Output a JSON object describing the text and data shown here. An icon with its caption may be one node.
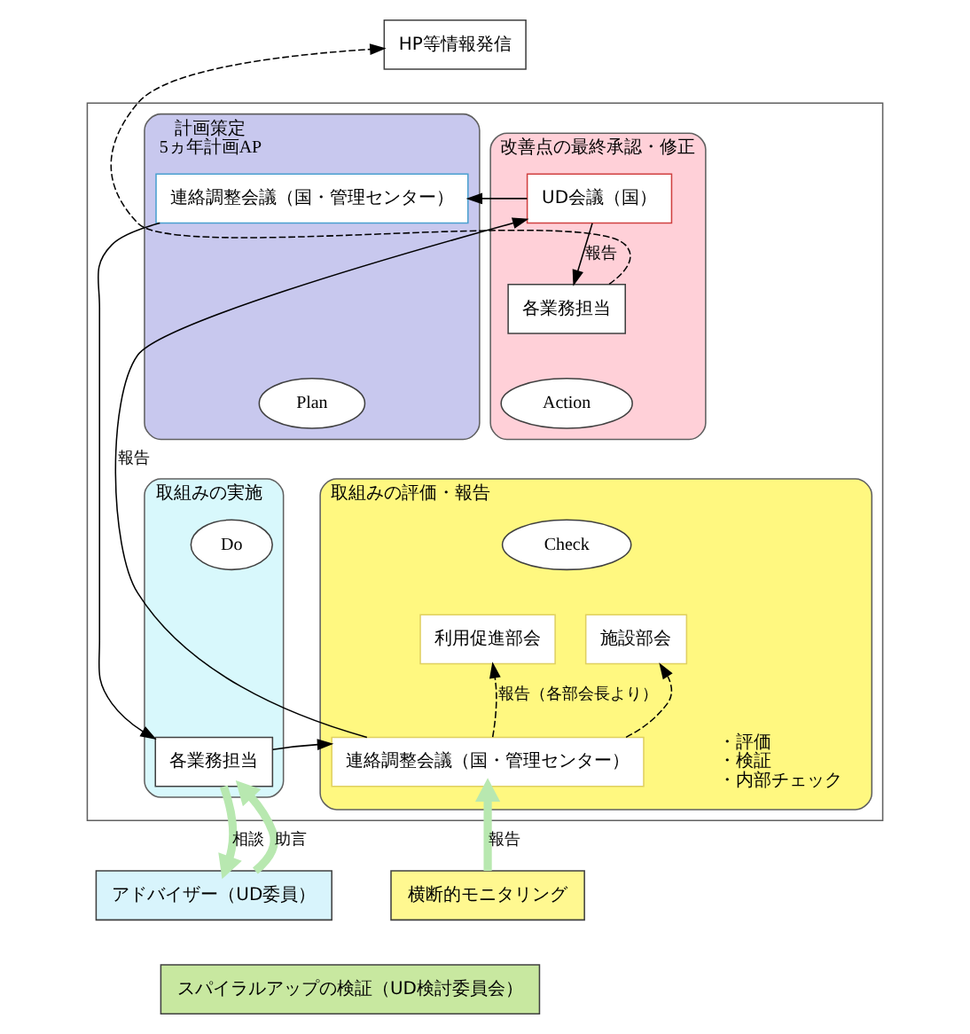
{
  "diagram": {
    "nodes": [
      {
        "text": [],
        "shape": "box"
      },
      {
        "text": [
          "HP等情報発信"
        ]
      },
      {
        "text": [
          "計画策定",
          "5ヵ年計画AP"
        ],
        "in": 0
      },
      {
        "text": [
          "連絡調整会議（国・管理センター）"
        ],
        "in": 2
      },
      {
        "text": [
          "Plan"
        ],
        "in": 2
      },
      {
        "text": [
          "改善点の最終承認・修正"
        ],
        "in": 0
      },
      {
        "text": [
          "UD会議（国）"
        ],
        "in": 5
      },
      {
        "text": [
          "各業務担当"
        ],
        "in": 5
      },
      {
        "text": [
          "Action"
        ],
        "in": 5
      },
      {
        "text": [
          "取組みの実施"
        ],
        "in": 0
      },
      {
        "text": [
          "Do"
        ],
        "in": 9
      },
      {
        "text": [
          "各業務担当"
        ],
        "in": 9
      },
      {
        "text": [
          "取組みの評価・報告"
        ],
        "in": 0
      },
      {
        "text": [
          "Check"
        ],
        "in": 12
      },
      {
        "text": [
          "利用促進部会"
        ],
        "in": 12
      },
      {
        "text": [
          "施設部会"
        ],
        "in": 12
      },
      {
        "text": [
          "連絡調整会議（国・管理センター）"
        ],
        "in": 12,
        "beside": [
          "・評価",
          "・検証",
          "・内部チェック"
        ]
      },
      {
        "text": [
          "アドバイザー（UD委員）"
        ]
      },
      {
        "text": [
          "横断的モニタリング"
        ]
      },
      {
        "text": [
          "スパイラルアップの検証（UD検討委員会）"
        ]
      }
    ],
    "edges": [
      {
        "from": 6,
        "to": 3,
        "arrow": "to"
      },
      {
        "from": 3,
        "to": 11,
        "arrow": "to"
      },
      {
        "from": 11,
        "to": 16,
        "arrow": "to"
      },
      {
        "from": 16,
        "to": 6,
        "arrow": "to",
        "label": "報告"
      },
      {
        "from": 6,
        "to": 7,
        "arrow": "to",
        "label": "報告"
      },
      {
        "from": 7,
        "to": 1,
        "arrow": "to",
        "style": "dashed"
      },
      {
        "from": 16,
        "to": 14,
        "arrow": "to",
        "style": "dashed",
        "label": "報告（各部会長より）"
      },
      {
        "from": 16,
        "to": 15,
        "arrow": "to",
        "style": "dashed"
      },
      {
        "from": 11,
        "to": 17,
        "arrow": "to",
        "style": "thick",
        "color": "#b8e8b0",
        "label": "相談"
      },
      {
        "from": 17,
        "to": 11,
        "arrow": "to",
        "style": "thick",
        "color": "#b8e8b0",
        "label": "助言"
      },
      {
        "from": 18,
        "to": 16,
        "arrow": "to",
        "style": "thick",
        "color": "#b8e8b0",
        "label": "報告"
      }
    ]
  }
}
